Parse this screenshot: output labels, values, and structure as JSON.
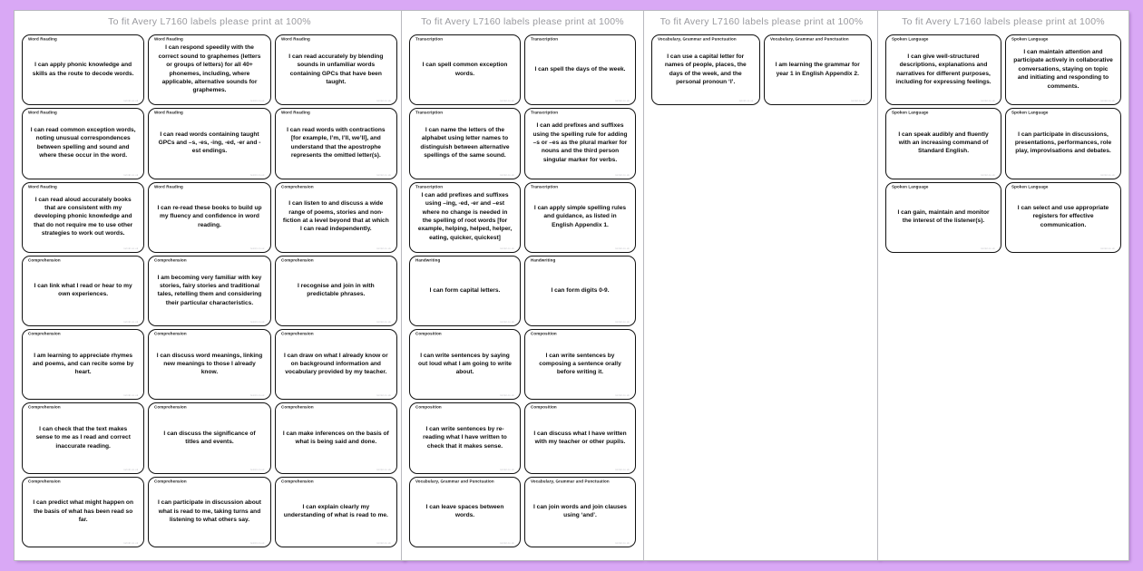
{
  "page": {
    "background_color": "#d9a8f5",
    "sheet_header": "To fit Avery L7160 labels please print at 100%",
    "card_footer": "twinkl.co.uk"
  },
  "sheets": [
    {
      "name": "sheet-1",
      "columns": 3,
      "cards": [
        {
          "category": "Word Reading",
          "text": "I can apply phonic knowledge and skills as the route to decode words."
        },
        {
          "category": "Word Reading",
          "text": "I can respond speedily with the correct sound to graphemes (letters or groups of letters) for all 40+ phonemes, including, where applicable, alternative sounds for graphemes."
        },
        {
          "category": "Word Reading",
          "text": "I can read accurately by blending sounds in unfamiliar words containing GPCs that have been taught."
        },
        {
          "category": "Word Reading",
          "text": "I can read common exception words, noting unusual correspondences between spelling and sound and where these occur in the word."
        },
        {
          "category": "Word Reading",
          "text": "I can read words containing taught GPCs and –s, -es, -ing, -ed, -er and -est endings."
        },
        {
          "category": "Word Reading",
          "text": "I can read words with contractions [for example, I’m, I’ll, we’ll], and understand that the apostrophe represents the omitted letter(s)."
        },
        {
          "category": "Word Reading",
          "text": "I can read aloud accurately books that are consistent with my developing phonic knowledge and that do not require me to use other strategies to work out words."
        },
        {
          "category": "Word Reading",
          "text": "I can re-read these books to build up my fluency and confidence in word reading."
        },
        {
          "category": "Comprehension",
          "text": "I can listen to and discuss a wide range of poems, stories and non-fiction at a level beyond that at which I can read independently."
        },
        {
          "category": "Comprehension",
          "text": "I can link what I read or hear to my own experiences."
        },
        {
          "category": "Comprehension",
          "text": "I am becoming very familiar with key stories, fairy stories and traditional tales, retelling them and considering their particular characteristics."
        },
        {
          "category": "Comprehension",
          "text": "I recognise and join in with predictable phrases."
        },
        {
          "category": "Comprehension",
          "text": "I am learning to appreciate rhymes and poems, and can recite some by heart."
        },
        {
          "category": "Comprehension",
          "text": "I can discuss word meanings, linking new meanings to those I already know."
        },
        {
          "category": "Comprehension",
          "text": "I can draw on what I already know or on background information and vocabulary provided by my teacher."
        },
        {
          "category": "Comprehension",
          "text": "I can check that the text makes sense to me as I read and correct inaccurate reading."
        },
        {
          "category": "Comprehension",
          "text": "I can discuss the significance of titles and events."
        },
        {
          "category": "Comprehension",
          "text": "I can make inferences on the basis of what is being said and done."
        },
        {
          "category": "Comprehension",
          "text": "I can predict what might happen on the basis of what has been read so far."
        },
        {
          "category": "Comprehension",
          "text": "I can participate in discussion about what is read to me, taking turns and listening to what others say."
        },
        {
          "category": "Comprehension",
          "text": "I can explain clearly my understanding of what is read to me."
        }
      ]
    },
    {
      "name": "sheet-2",
      "columns": 2,
      "cards": [
        {
          "category": "Transcription",
          "text": "I can spell common exception words."
        },
        {
          "category": "Transcription",
          "text": "I can spell the days of the week."
        },
        {
          "category": "Transcription",
          "text": "I can name the letters of the alphabet using letter names to distinguish between alternative spellings of the same sound."
        },
        {
          "category": "Transcription",
          "text": "I can add prefixes and suffixes using the spelling rule for adding –s or –es as the plural marker for nouns and the third person singular marker for verbs."
        },
        {
          "category": "Transcription",
          "text": "I can add prefixes and suffixes using –ing, -ed, -er and –est where no change is needed in the spelling of root words [for example, helping, helped, helper, eating, quicker, quickest]"
        },
        {
          "category": "Transcription",
          "text": "I can apply simple spelling rules and guidance, as listed in English Appendix 1."
        },
        {
          "category": "Handwriting",
          "text": "I can form capital letters."
        },
        {
          "category": "Handwriting",
          "text": "I can form digits 0-9."
        },
        {
          "category": "Composition",
          "text": "I can write sentences by saying out loud what I am going to write about."
        },
        {
          "category": "Composition",
          "text": "I can write sentences by composing a sentence orally before writing it."
        },
        {
          "category": "Composition",
          "text": "I can write sentences by re-reading what I have written to check that it makes sense."
        },
        {
          "category": "Composition",
          "text": "I can discuss what I have written with my teacher or other pupils."
        },
        {
          "category": "Vocabulary, Grammar and Punctuation",
          "text": "I can leave spaces between words."
        },
        {
          "category": "Vocabulary, Grammar and Punctuation",
          "text": "I can join words and join clauses using ‘and’."
        }
      ]
    },
    {
      "name": "sheet-3",
      "columns": 2,
      "cards": [
        {
          "category": "Vocabulary, Grammar and Punctuation",
          "text": "I can use a capital letter for names of people, places, the days of the week, and the personal pronoun ‘I’."
        },
        {
          "category": "Vocabulary, Grammar and Punctuation",
          "text": "I am learning the grammar for year 1 in English Appendix 2."
        }
      ]
    },
    {
      "name": "sheet-4",
      "columns": 2,
      "cards": [
        {
          "category": "Spoken Language",
          "text": "I can give well-structured descriptions, explanations and narratives for different purposes, including for expressing feelings."
        },
        {
          "category": "Spoken Language",
          "text": "I can maintain attention and participate actively in collaborative conversations, staying on topic and initiating and responding to comments."
        },
        {
          "category": "Spoken Language",
          "text": "I can speak audibly and fluently with an increasing command of Standard English."
        },
        {
          "category": "Spoken Language",
          "text": "I can participate in discussions, presentations, performances, role play, improvisations and debates."
        },
        {
          "category": "Spoken Language",
          "text": "I can gain, maintain and monitor the interest of the listener(s)."
        },
        {
          "category": "Spoken Language",
          "text": "I can select and use appropriate registers for effective communication."
        }
      ]
    }
  ]
}
